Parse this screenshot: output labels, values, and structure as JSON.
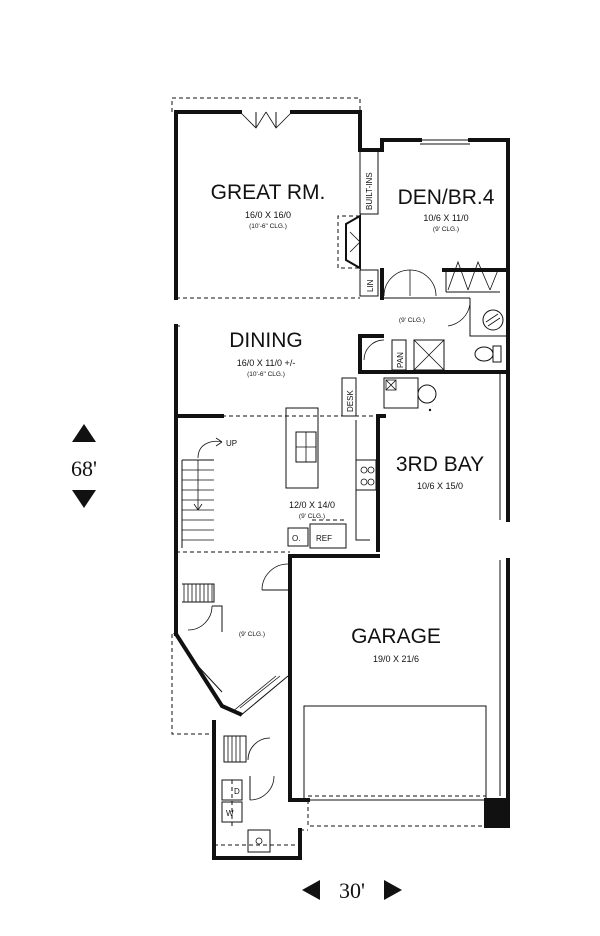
{
  "rooms": {
    "great_room": {
      "name": "GREAT RM.",
      "size": "16/0 X 16/0",
      "ceiling": "(10'-6\" CLG.)"
    },
    "den": {
      "name": "DEN/BR.4",
      "size": "10/6 X 11/0",
      "ceiling": "(9' CLG.)"
    },
    "dining": {
      "name": "DINING",
      "size": "16/0 X 11/0 +/-",
      "ceiling": "(10'-6\" CLG.)"
    },
    "kitchen": {
      "size": "12/0 X 14/0",
      "ceiling": "(9' CLG.)"
    },
    "third_bay": {
      "name": "3RD BAY",
      "size": "10/6 X 15/0"
    },
    "garage": {
      "name": "GARAGE",
      "size": "19/0 X 21/6"
    },
    "hall": {
      "ceiling": "(9' CLG.)"
    },
    "entry": {
      "ceiling": "(9' CLG.)"
    }
  },
  "labels": {
    "built_ins": "BUILT-INS",
    "lin": "LIN",
    "pan": "PAN",
    "desk": "DESK",
    "up": "UP",
    "oven": "O.",
    "ref": "REF",
    "washer": "W",
    "dryer": "D"
  },
  "dimensions": {
    "depth": "68'",
    "width": "30'"
  }
}
